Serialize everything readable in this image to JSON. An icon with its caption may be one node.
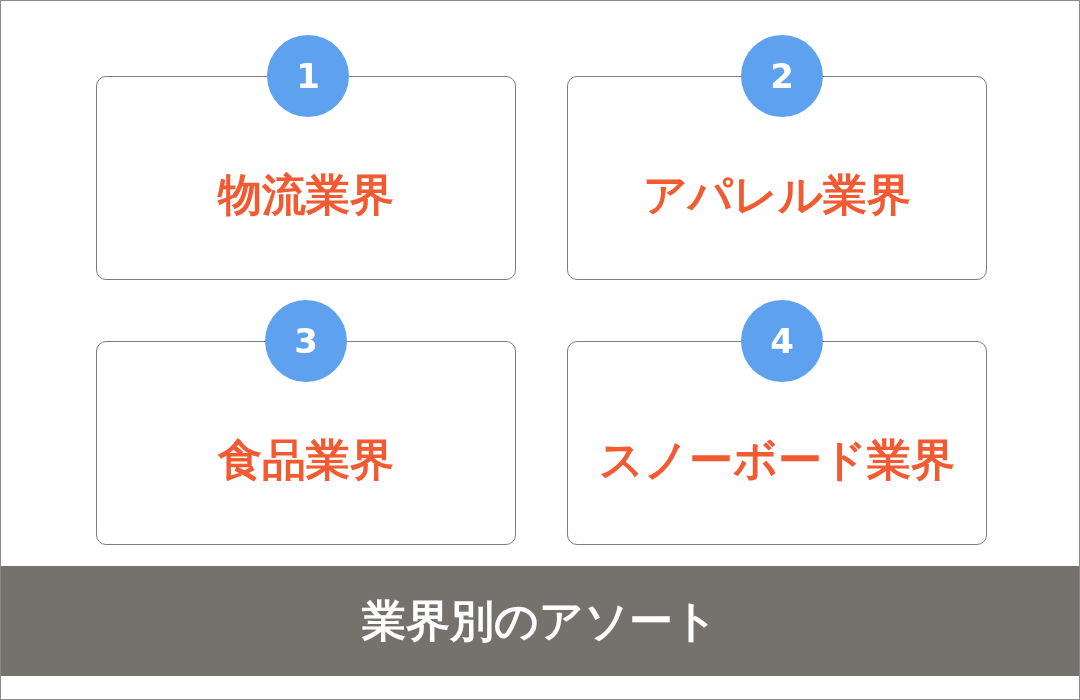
{
  "diagram": {
    "nodes": [
      {
        "text": [
          "1"
        ]
      },
      {
        "text": [
          "物流業界"
        ]
      },
      {
        "text": [
          "2"
        ]
      },
      {
        "text": [
          "アパレル業界"
        ]
      },
      {
        "text": [
          "3"
        ]
      },
      {
        "text": [
          "食品業界"
        ]
      },
      {
        "text": [
          "4"
        ]
      },
      {
        "text": [
          "スノーボード業界"
        ]
      },
      {
        "text": [
          "業界別のアソート"
        ]
      }
    ]
  }
}
